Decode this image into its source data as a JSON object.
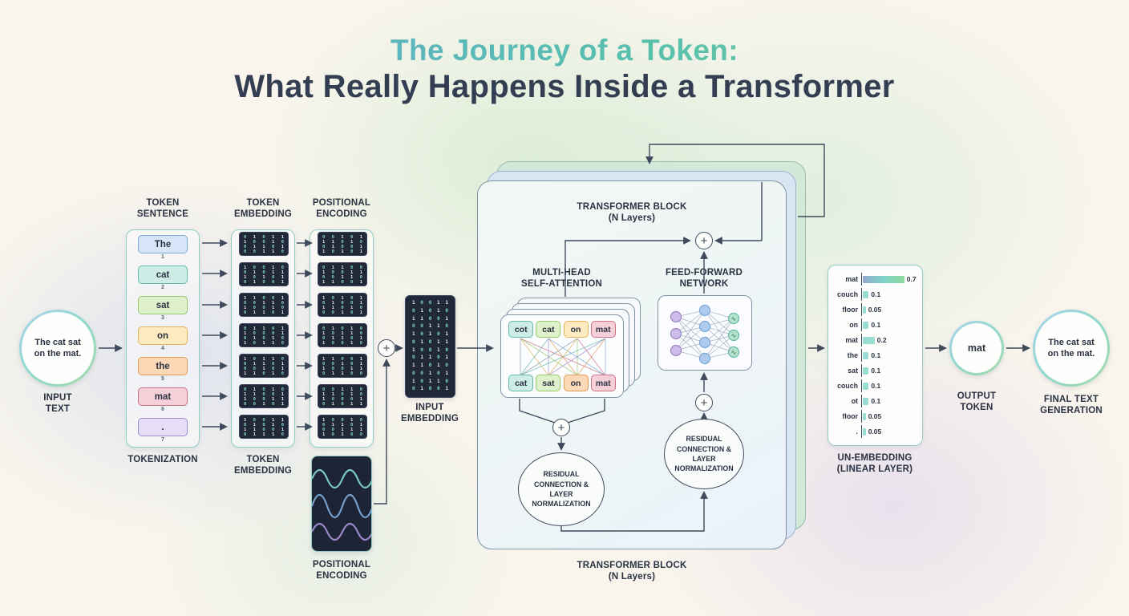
{
  "title": {
    "line1": "The Journey of a Token:",
    "line2": "What Really Happens Inside a Transformer"
  },
  "input": {
    "circle_text": "The cat sat on the mat.",
    "label": "INPUT\nTEXT"
  },
  "columns": {
    "token_sentence_header": "TOKEN\nSENTENCE",
    "tokenization_footer": "TOKENIZATION",
    "token_embedding_header": "TOKEN\nEMBEDDING",
    "token_embedding_footer": "TOKEN\nEMBEDDING",
    "positional_encoding_header": "POSITIONAL\nENCODING",
    "positional_encoding_footer": "POSITIONAL\nENCODING"
  },
  "tokens": [
    {
      "text": "The",
      "id": "1",
      "bg": "#d6e6f8",
      "border": "#80abd8"
    },
    {
      "text": "cat",
      "id": "2",
      "bg": "#cdece6",
      "border": "#67b9a7"
    },
    {
      "text": "sat",
      "id": "3",
      "bg": "#def1ca",
      "border": "#98c66c"
    },
    {
      "text": "on",
      "id": "4",
      "bg": "#fdeac1",
      "border": "#e2b258"
    },
    {
      "text": "the",
      "id": "5",
      "bg": "#fbd9b6",
      "border": "#df9c58"
    },
    {
      "text": "mat",
      "id": "6",
      "bg": "#f6d0d8",
      "border": "#cb7186"
    },
    {
      "text": ".",
      "id": "7",
      "bg": "#e6ddf6",
      "border": "#a08bd0"
    }
  ],
  "matrices": {
    "token_embedding": [
      [
        "01011",
        "10010",
        "01101",
        "00110"
      ],
      [
        "10010",
        "01011",
        "10101",
        "01001"
      ],
      [
        "11001",
        "00110",
        "10010",
        "01101"
      ],
      [
        "01101",
        "10001",
        "01010",
        "10110"
      ],
      [
        "10110",
        "01101",
        "00101",
        "11010"
      ],
      [
        "01010",
        "11001",
        "10011",
        "00101"
      ],
      [
        "10011",
        "01010",
        "11001",
        "01110"
      ]
    ],
    "positional_encoding": [
      [
        "00101",
        "11010",
        "01001",
        "10101"
      ],
      [
        "01100",
        "10011",
        "00110",
        "11001"
      ],
      [
        "10101",
        "01001",
        "11010",
        "00101"
      ],
      [
        "01010",
        "10110",
        "01101",
        "10010"
      ],
      [
        "11001",
        "00101",
        "10011",
        "01100"
      ],
      [
        "00110",
        "11010",
        "10001",
        "01011"
      ],
      [
        "10010",
        "01101",
        "00111",
        "10100"
      ]
    ],
    "input_embedding": [
      "10011",
      "01010",
      "11001",
      "00110",
      "10101",
      "01011",
      "10010",
      "01101",
      "11010",
      "00101",
      "10110",
      "01001"
    ]
  },
  "input_embedding": {
    "label": "INPUT\nEMBEDDING"
  },
  "transformer": {
    "header": "TRANSFORMER BLOCK\n(N Layers)",
    "footer": "TRANSFORMER BLOCK\n(N Layers)",
    "attention_label": "MULTI-HEAD\nSELF-ATTENTION",
    "ffn_label": "FEED-FORWARD\nNETWORK",
    "residual1": "RESIDUAL\nCONNECTION & LAYER\nNORMALIZATION",
    "residual2": "RESIDUAL\nCONNECTION & LAYER\nNORMALIZATION",
    "attention_top_tokens": [
      {
        "text": "cot",
        "bg": "#cdece6",
        "border": "#67b9a7"
      },
      {
        "text": "cat",
        "bg": "#def1ca",
        "border": "#98c66c"
      },
      {
        "text": "on",
        "bg": "#fdeac1",
        "border": "#e2b258"
      },
      {
        "text": "mat",
        "bg": "#f6d0d8",
        "border": "#cb7186"
      }
    ],
    "attention_bottom_tokens": [
      {
        "text": "cat",
        "bg": "#cdece6",
        "border": "#67b9a7"
      },
      {
        "text": "sat",
        "bg": "#def1ca",
        "border": "#98c66c"
      },
      {
        "text": "on",
        "bg": "#fbd9b6",
        "border": "#df9c58"
      },
      {
        "text": "mat",
        "bg": "#f6d0d8",
        "border": "#cb7186"
      }
    ]
  },
  "unembedding": {
    "label": "UN-EMBEDDING\n(LINEAR LAYER)",
    "rows": [
      {
        "token": "mat",
        "prob": "0.7",
        "value": 0.7
      },
      {
        "token": "couch",
        "prob": "0.1",
        "value": 0.1
      },
      {
        "token": "floor",
        "prob": "0.05",
        "value": 0.05
      },
      {
        "token": "on",
        "prob": "0.1",
        "value": 0.1
      },
      {
        "token": "mat",
        "prob": "0.2",
        "value": 0.2
      },
      {
        "token": "the",
        "prob": "0.1",
        "value": 0.1
      },
      {
        "token": "sat",
        "prob": "0.1",
        "value": 0.1
      },
      {
        "token": "couch",
        "prob": "0.1",
        "value": 0.1
      },
      {
        "token": "ot",
        "prob": "0.1",
        "value": 0.1
      },
      {
        "token": "floor",
        "prob": "0.05",
        "value": 0.05
      },
      {
        "token": ".",
        "prob": "0.05",
        "value": 0.05
      }
    ]
  },
  "output": {
    "circle_text": "mat",
    "label": "OUTPUT\nTOKEN"
  },
  "final": {
    "circle_text": "The cat sat on the mat.",
    "label": "FINAL TEXT\nGENERATION"
  },
  "colors": {
    "arrow": "#3f4a5c",
    "title_gradient": [
      "#68a4d8",
      "#57bfae",
      "#7ed096"
    ],
    "matrix_digit_0": "#7fd4c8",
    "matrix_digit_1": "#e4ebf4",
    "bar_color": "#9adcd2",
    "bar_main_gradient": [
      "#93a9cf",
      "#7fd4c8",
      "#8fd8a0"
    ],
    "attention_line_colors": [
      "#8a96a8",
      "#e2b258",
      "#98c66c",
      "#cb7186",
      "#67b9a7",
      "#a08bd0",
      "#df9c58",
      "#7aa7d4"
    ],
    "wave_colors": [
      "#7fd4c8",
      "#7aa7d4",
      "#a08bd0"
    ]
  }
}
